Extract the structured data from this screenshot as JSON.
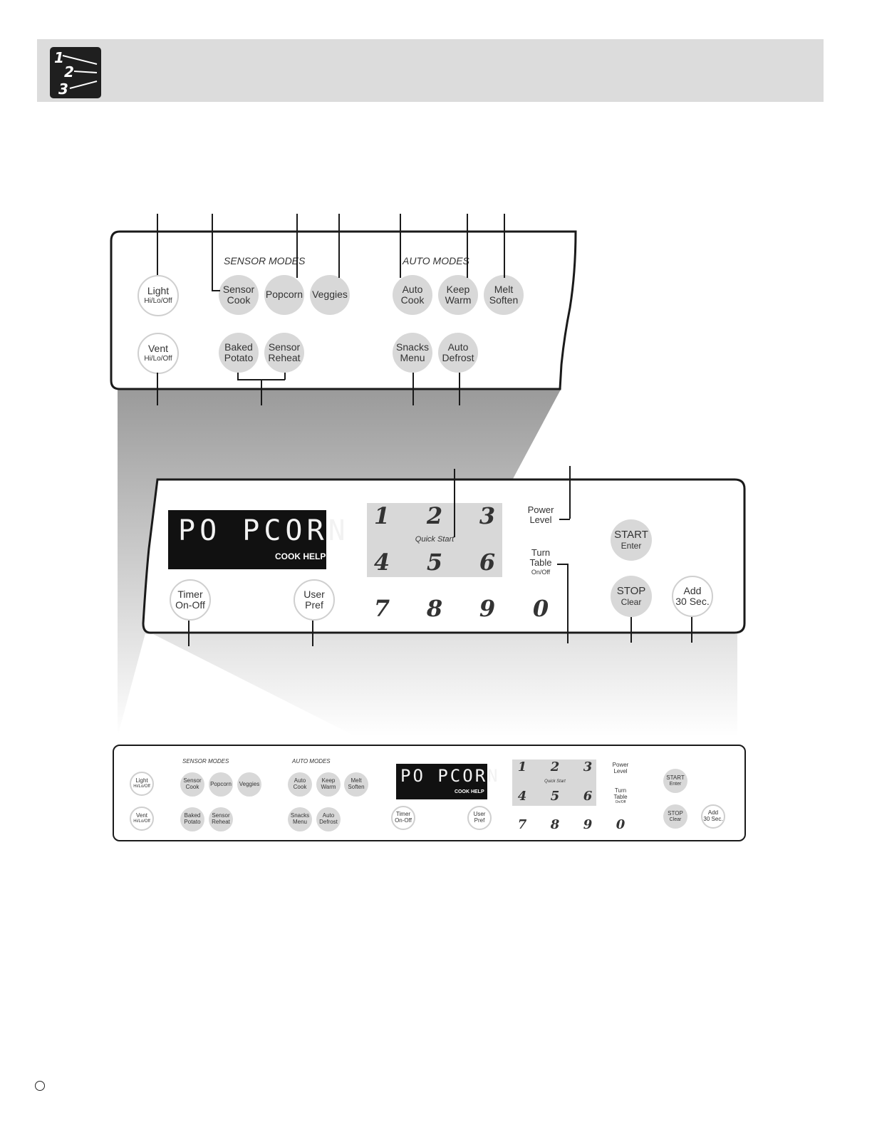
{
  "header": {
    "icon": "numbered-steps-icon"
  },
  "sensor_modes_label": "SENSOR MODES",
  "auto_modes_label": "AUTO MODES",
  "buttons": {
    "light": {
      "l1": "Light",
      "sub": "Hi/Lo/Off"
    },
    "vent": {
      "l1": "Vent",
      "sub": "Hi/Lo/Off"
    },
    "sensor_cook": {
      "l1": "Sensor",
      "l2": "Cook"
    },
    "popcorn": {
      "l1": "Popcorn"
    },
    "veggies": {
      "l1": "Veggies"
    },
    "baked_potato": {
      "l1": "Baked",
      "l2": "Potato"
    },
    "sensor_reheat": {
      "l1": "Sensor",
      "l2": "Reheat"
    },
    "auto_cook": {
      "l1": "Auto",
      "l2": "Cook"
    },
    "keep_warm": {
      "l1": "Keep",
      "l2": "Warm"
    },
    "melt_soften": {
      "l1": "Melt",
      "l2": "Soften"
    },
    "snacks_menu": {
      "l1": "Snacks",
      "l2": "Menu"
    },
    "auto_defrost": {
      "l1": "Auto",
      "l2": "Defrost"
    },
    "timer": {
      "l1": "Timer",
      "l2": "On-Off"
    },
    "user_pref": {
      "l1": "User",
      "l2": "Pref"
    },
    "start": {
      "l1": "START",
      "l2": "Enter"
    },
    "stop": {
      "l1": "STOP",
      "l2": "Clear"
    },
    "add30": {
      "l1": "Add",
      "l2": "30 Sec."
    }
  },
  "display": {
    "text": "PO PCORN",
    "help": "COOK HELP"
  },
  "numpad": {
    "digits": [
      "1",
      "2",
      "3",
      "4",
      "5",
      "6",
      "7",
      "8",
      "9",
      "0"
    ],
    "quick_start": "Quick Start"
  },
  "power_level": {
    "l1": "Power",
    "l2": "Level"
  },
  "turn_table": {
    "l1": "Turn",
    "l2": "Table",
    "sub": "On/Off"
  },
  "colors": {
    "button_gray": "#d8d8d8",
    "display_bg": "#111111",
    "header_bg": "#dcdcdc"
  }
}
